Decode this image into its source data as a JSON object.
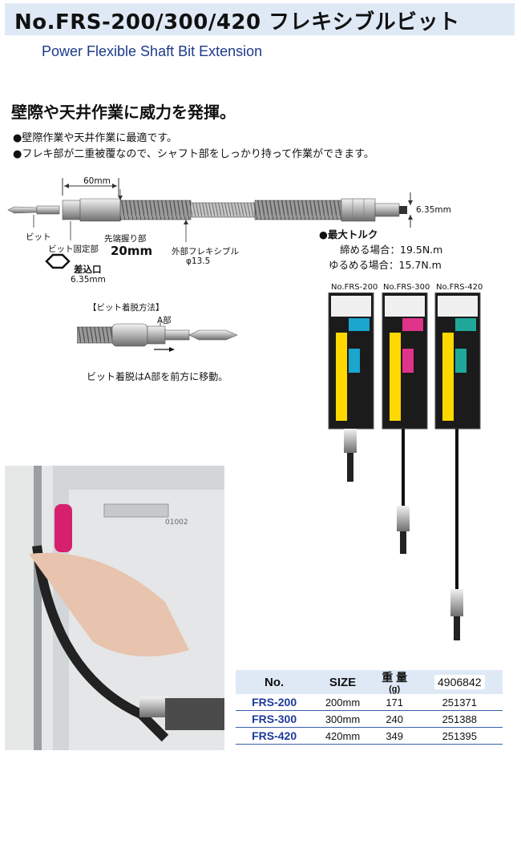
{
  "header": {
    "title": "No.FRS-200/300/420 フレキシブルビット",
    "subtitle": "Power Flexible Shaft Bit Extension"
  },
  "heading": "壁際や天井作業に威力を発揮。",
  "bullets": [
    "●壁際作業や天井作業に最適です。",
    "●フレキ部が二重被覆なので、シャフト部をしっかり持って作業ができます。"
  ],
  "diagram": {
    "dim_60": "60mm",
    "dim_635": "6.35mm",
    "bit": "ビット",
    "bit_fixing": "ビット固定部",
    "grip_label": "先端握り部",
    "grip_size": "20mm",
    "outer_flex": "外部フレキシブル",
    "outer_dia": "φ13.5",
    "insert_label": "差込口",
    "insert_size": "6.35mm",
    "method_title": "【ビット着脱方法】",
    "part_a": "A部",
    "method_note": "ビット着脱はA部を前方に移動。"
  },
  "torque": {
    "title": "●最大トルク",
    "tighten": "締める場合：19.5N.m",
    "loosen": "ゆるめる場合：15.7N.m"
  },
  "packages": [
    {
      "label": "No.FRS-200",
      "code": "200",
      "color": "#1aa6cf"
    },
    {
      "label": "No.FRS-300",
      "code": "300",
      "color": "#e0338a"
    },
    {
      "label": "No.FRS-420",
      "code": "420",
      "color": "#1fa89a"
    }
  ],
  "photo": {
    "panel_code": "01002",
    "grip_color": "#d61f6e"
  },
  "table": {
    "headers": {
      "no": "No.",
      "size": "SIZE",
      "weight": "重 量",
      "weight_unit": "(g)",
      "jan": "4906842"
    },
    "rows": [
      {
        "no": "FRS-200",
        "size": "200mm",
        "weight": "171",
        "jan": "251371"
      },
      {
        "no": "FRS-300",
        "size": "300mm",
        "weight": "240",
        "jan": "251388"
      },
      {
        "no": "FRS-420",
        "size": "420mm",
        "weight": "349",
        "jan": "251395"
      }
    ]
  }
}
